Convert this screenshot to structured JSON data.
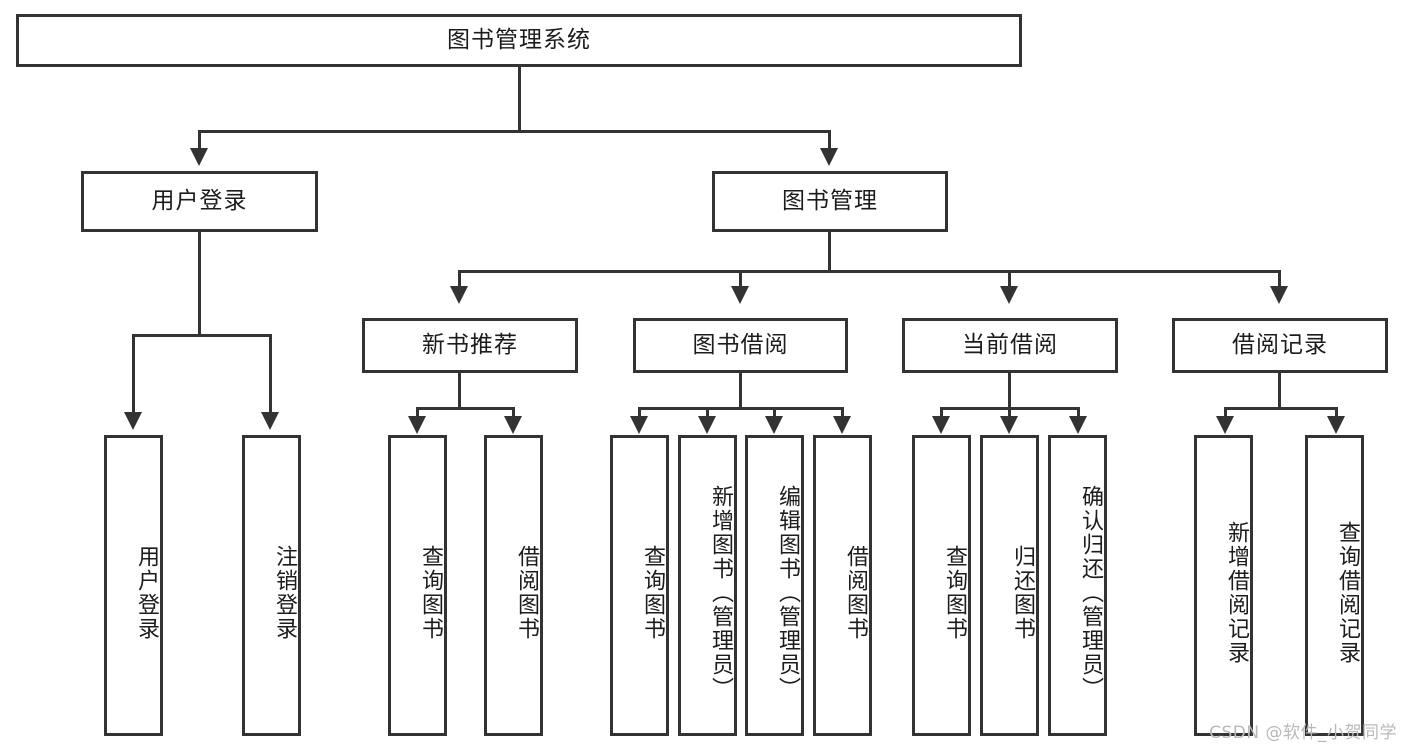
{
  "diagram": {
    "title": "图书管理系统",
    "type": "tree-hierarchy-diagram",
    "colors": {
      "stroke": "#333333",
      "fill": "#ffffff",
      "text": "#1c1c1c",
      "watermark": "#b9b9b9"
    },
    "root": {
      "label": "图书管理系统"
    },
    "level2": [
      {
        "label": "用户登录"
      },
      {
        "label": "图书管理"
      }
    ],
    "level3": [
      {
        "label": "新书推荐"
      },
      {
        "label": "图书借阅"
      },
      {
        "label": "当前借阅"
      },
      {
        "label": "借阅记录"
      }
    ],
    "leaves": {
      "user_login": [
        {
          "label": "用户登录"
        },
        {
          "label": "注销登录"
        }
      ],
      "new_book_recommend": [
        {
          "label": "查询图书"
        },
        {
          "label": "借阅图书"
        }
      ],
      "book_borrow": [
        {
          "label": "查询图书"
        },
        {
          "label": "新增图书（管理员）"
        },
        {
          "label": "编辑图书（管理员）"
        },
        {
          "label": "借阅图书"
        }
      ],
      "current_borrow": [
        {
          "label": "查询图书"
        },
        {
          "label": "归还图书"
        },
        {
          "label": "确认归还（管理员）"
        }
      ],
      "borrow_record": [
        {
          "label": "新增借阅记录"
        },
        {
          "label": "查询借阅记录"
        }
      ]
    }
  },
  "watermark": {
    "text": "CSDN @软件_小贺同学"
  }
}
